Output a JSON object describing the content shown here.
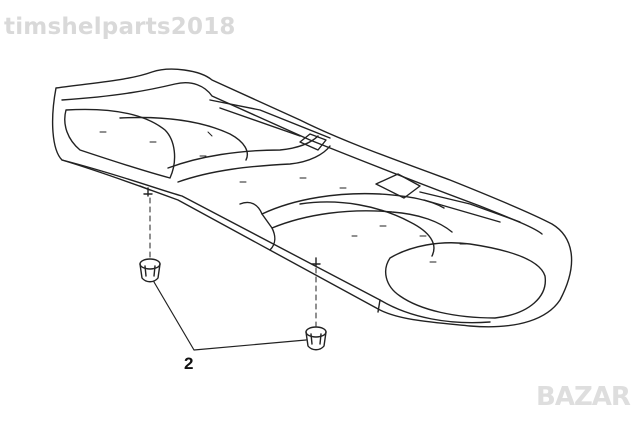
{
  "watermark": {
    "top": "timshelparts2018",
    "bottom": "BAZAR"
  },
  "diagram": {
    "callout_label": "2"
  }
}
